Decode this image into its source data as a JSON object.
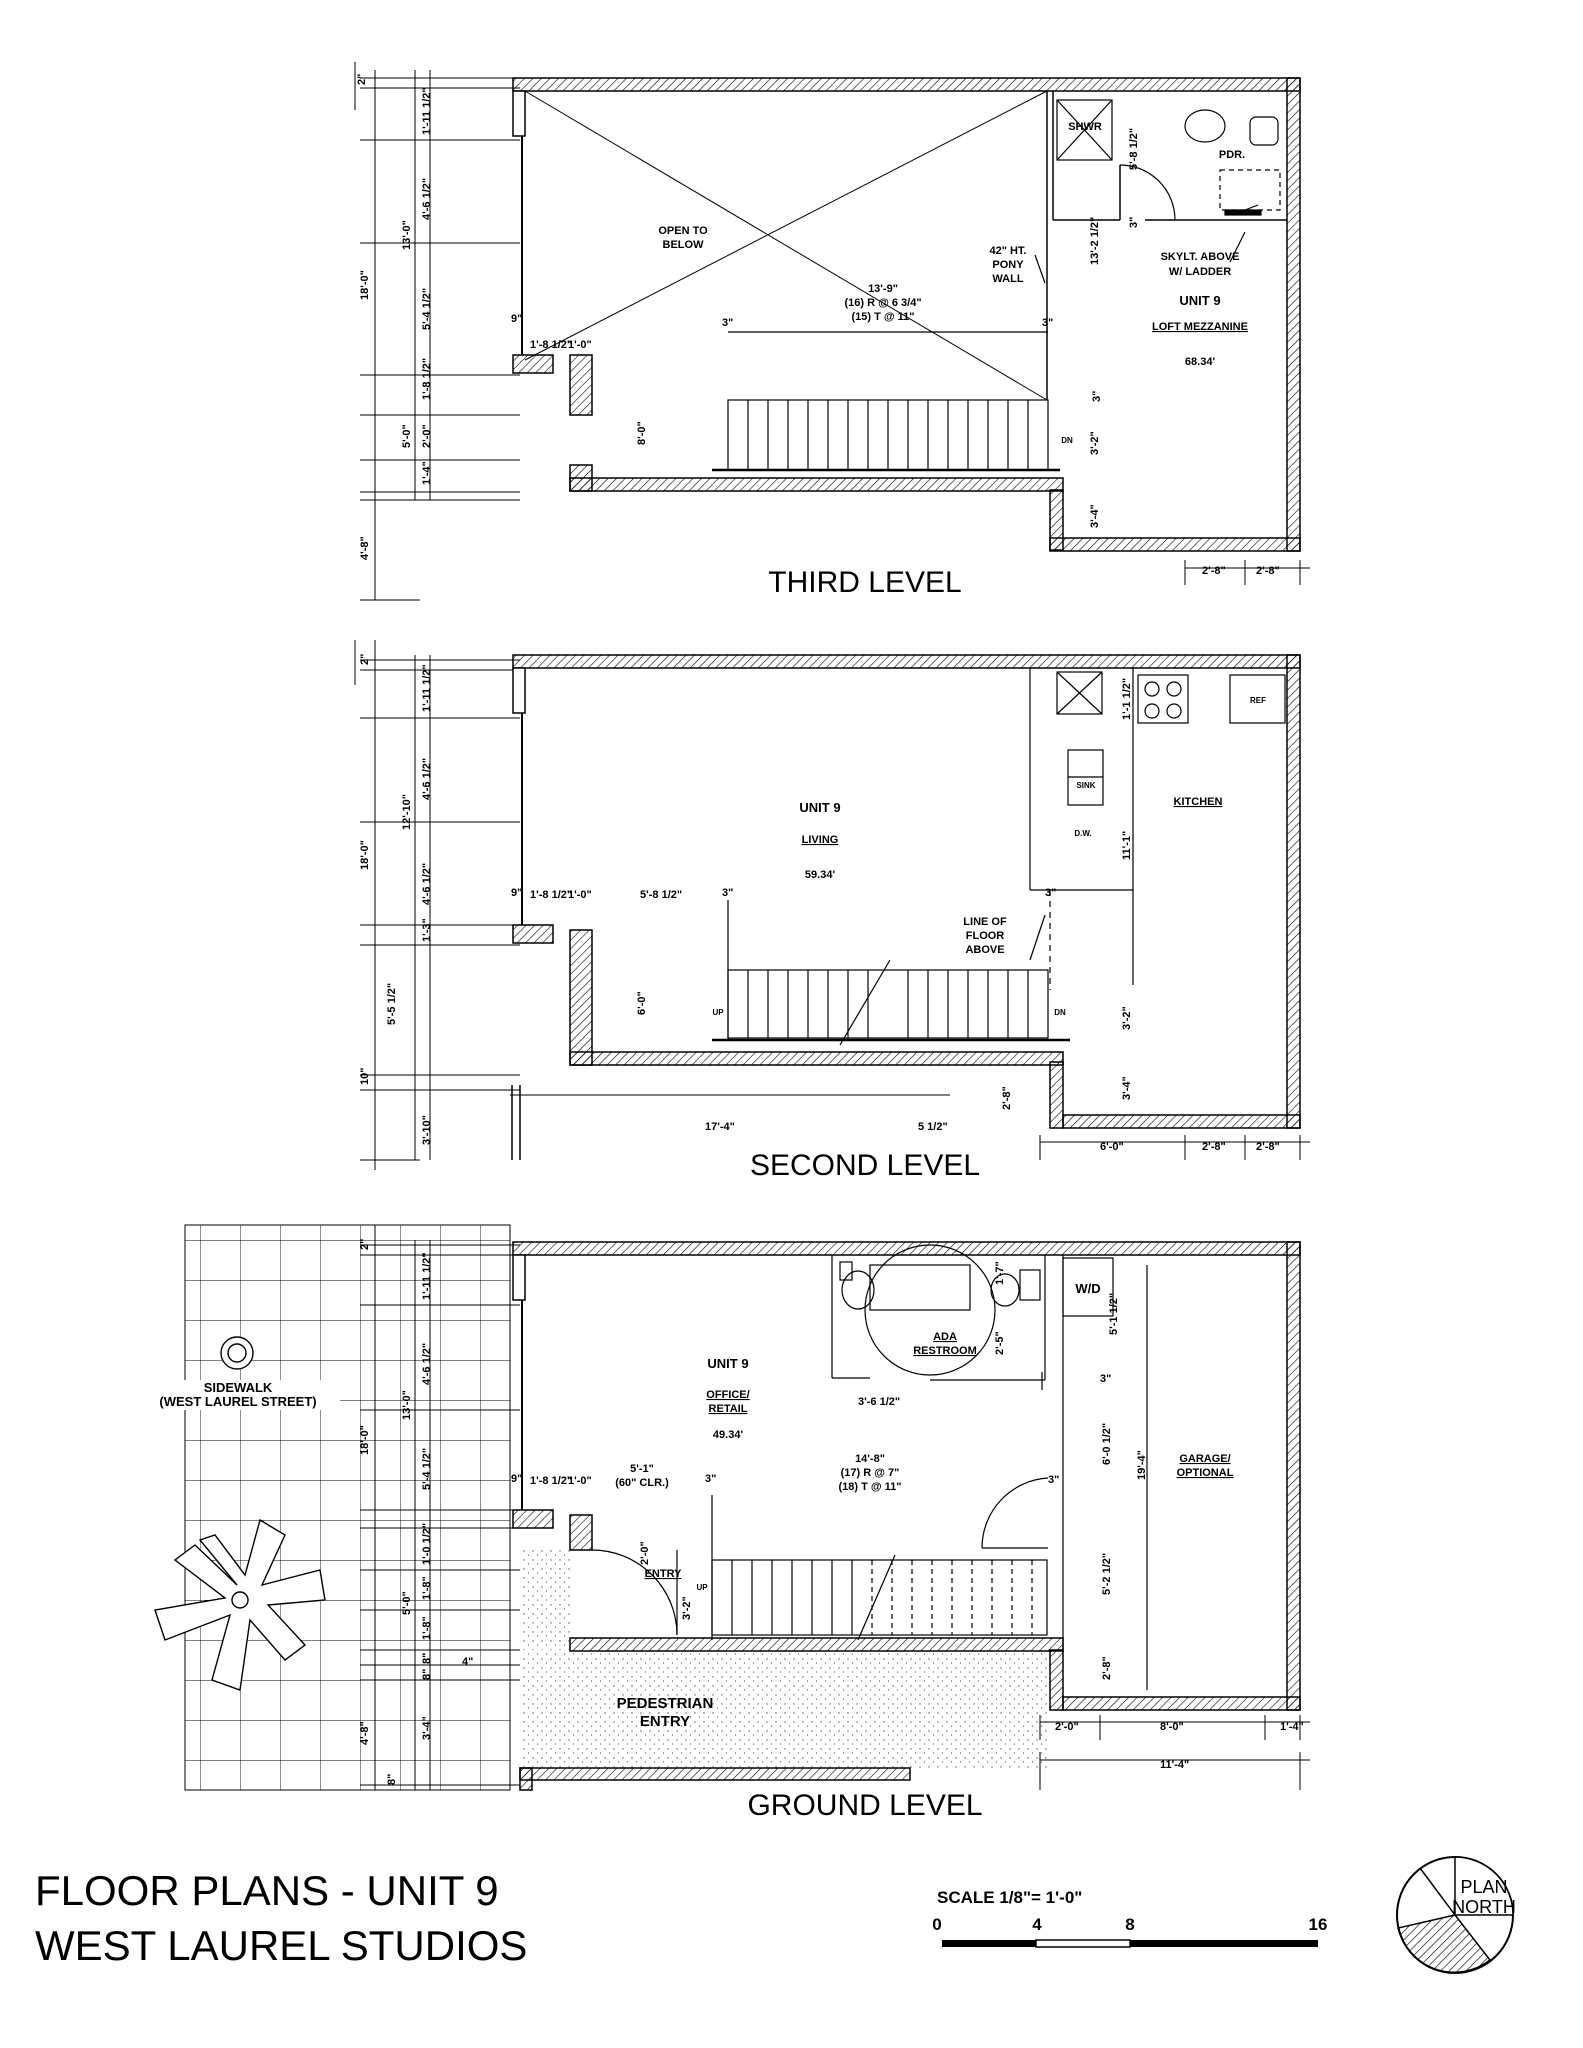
{
  "sheet": {
    "title_line1": "FLOOR PLANS - UNIT 9",
    "title_line2": "WEST LAUREL STUDIOS",
    "scale": {
      "label": "SCALE 1/8\"= 1'-0\"",
      "ticks": [
        "0",
        "4",
        "8",
        "16"
      ]
    },
    "north": {
      "line1": "PLAN",
      "line2": "NORTH"
    }
  },
  "third": {
    "title": "THIRD LEVEL",
    "open_line1": "OPEN TO",
    "open_line2": "BELOW",
    "shwr": "SHWR",
    "pdr": "PDR.",
    "skylt_line1": "SKYLT. ABOVE",
    "skylt_line2": "W/ LADDER",
    "pony_line1": "42\" HT.",
    "pony_line2": "PONY",
    "pony_line3": "WALL",
    "unit": "UNIT 9",
    "room": "LOFT MEZZANINE",
    "area": "68.34'",
    "stair_run": "13'-9\"",
    "stair_risers": "(16) R @ 6 3/4\"",
    "stair_treads": "(15) T @ 11\"",
    "dn": "DN",
    "dims_left": [
      "2\"",
      "1'-11 1/2\"",
      "4'-6 1/2\"",
      "5'-4 1/2\"",
      "1'-8 1/2\"",
      "2'-0\"",
      "1'-4\""
    ],
    "dims_outer": [
      "18'-0\"",
      "13'-0\"",
      "5'-0\"",
      "4'-8\""
    ],
    "dims_misc": [
      "1'-8 1/2\"",
      "1'-0\"",
      "9\"",
      "3\"",
      "3\"",
      "8'-0\"",
      "5'-8 1/2\"",
      "13'-2 1/2\"",
      "3'-2\"",
      "3'-4\"",
      "3\"",
      "3\"",
      "2'-8\"",
      "2'-8\""
    ]
  },
  "second": {
    "title": "SECOND LEVEL",
    "unit": "UNIT 9",
    "room": "LIVING",
    "area": "59.34'",
    "kitchen": "KITCHEN",
    "ref": "REF",
    "sink": "SINK",
    "dw": "D.W.",
    "line_floor1": "LINE OF",
    "line_floor2": "FLOOR",
    "line_floor3": "ABOVE",
    "up": "UP",
    "dn": "DN",
    "dims_left": [
      "2\"",
      "1'-11 1/2\"",
      "4'-6 1/2\"",
      "4'-6 1/2\"",
      "1'-3\"",
      "5'-5 1/2\"",
      "10\"",
      "3'-10\""
    ],
    "dims_outer": [
      "18'-0\"",
      "12'-10\""
    ],
    "dims_misc": [
      "1'-8 1/2\"",
      "1'-0\"",
      "5'-8 1/2\"",
      "9\"",
      "3\"",
      "6'-0\"",
      "17'-4\"",
      "5 1/2\"",
      "1'-1 1/2\"",
      "11'-1\"",
      "3'-2\"",
      "3'-4\"",
      "2'-8\"",
      "6'-0\"",
      "2'-8\"",
      "2'-8\"",
      "3\""
    ]
  },
  "ground": {
    "title": "GROUND LEVEL",
    "sidewalk_line1": "SIDEWALK",
    "sidewalk_line2": "(WEST LAUREL STREET)",
    "unit": "UNIT 9",
    "room_line1": "OFFICE/",
    "room_line2": "RETAIL",
    "area": "49.34'",
    "ada_line1": "ADA",
    "ada_line2": "RESTROOM",
    "wd": "W/D",
    "garage_line1": "GARAGE/",
    "garage_line2": "OPTIONAL",
    "entry": "ENTRY",
    "ped_line1": "PEDESTRIAN",
    "ped_line2": "ENTRY",
    "stair_run": "14'-8\"",
    "stair_risers": "(17) R @ 7\"",
    "stair_treads": "(18) T @ 11\"",
    "clear_line1": "5'-1\"",
    "clear_line2": "(60\" CLR.)",
    "up": "UP",
    "dims_left": [
      "2\"",
      "1'-11 1/2\"",
      "4'-6 1/2\"",
      "5'-4 1/2\"",
      "1'-0 1/2\"",
      "1'-8\"",
      "1'-8\"",
      "8\"",
      "8\"",
      "3'-4\"",
      "8\""
    ],
    "dims_outer": [
      "18'-0\"",
      "13'-0\"",
      "5'-0\"",
      "4'-8\""
    ],
    "dims_misc": [
      "1'-8 1/2\"",
      "1'-0\"",
      "9\"",
      "3\"",
      "2'-0\"",
      "3'-2\"",
      "3'-6 1/2\"",
      "2'-5\"",
      "1'-7\"",
      "5'-1 1/2\"",
      "6'-0 1/2\"",
      "5'-2 1/2\"",
      "2'-8\"",
      "19'-4\"",
      "3\"",
      "3\"",
      "2'-0\"",
      "8'-0\"",
      "1'-4\"",
      "11'-4\"",
      "4\""
    ]
  }
}
